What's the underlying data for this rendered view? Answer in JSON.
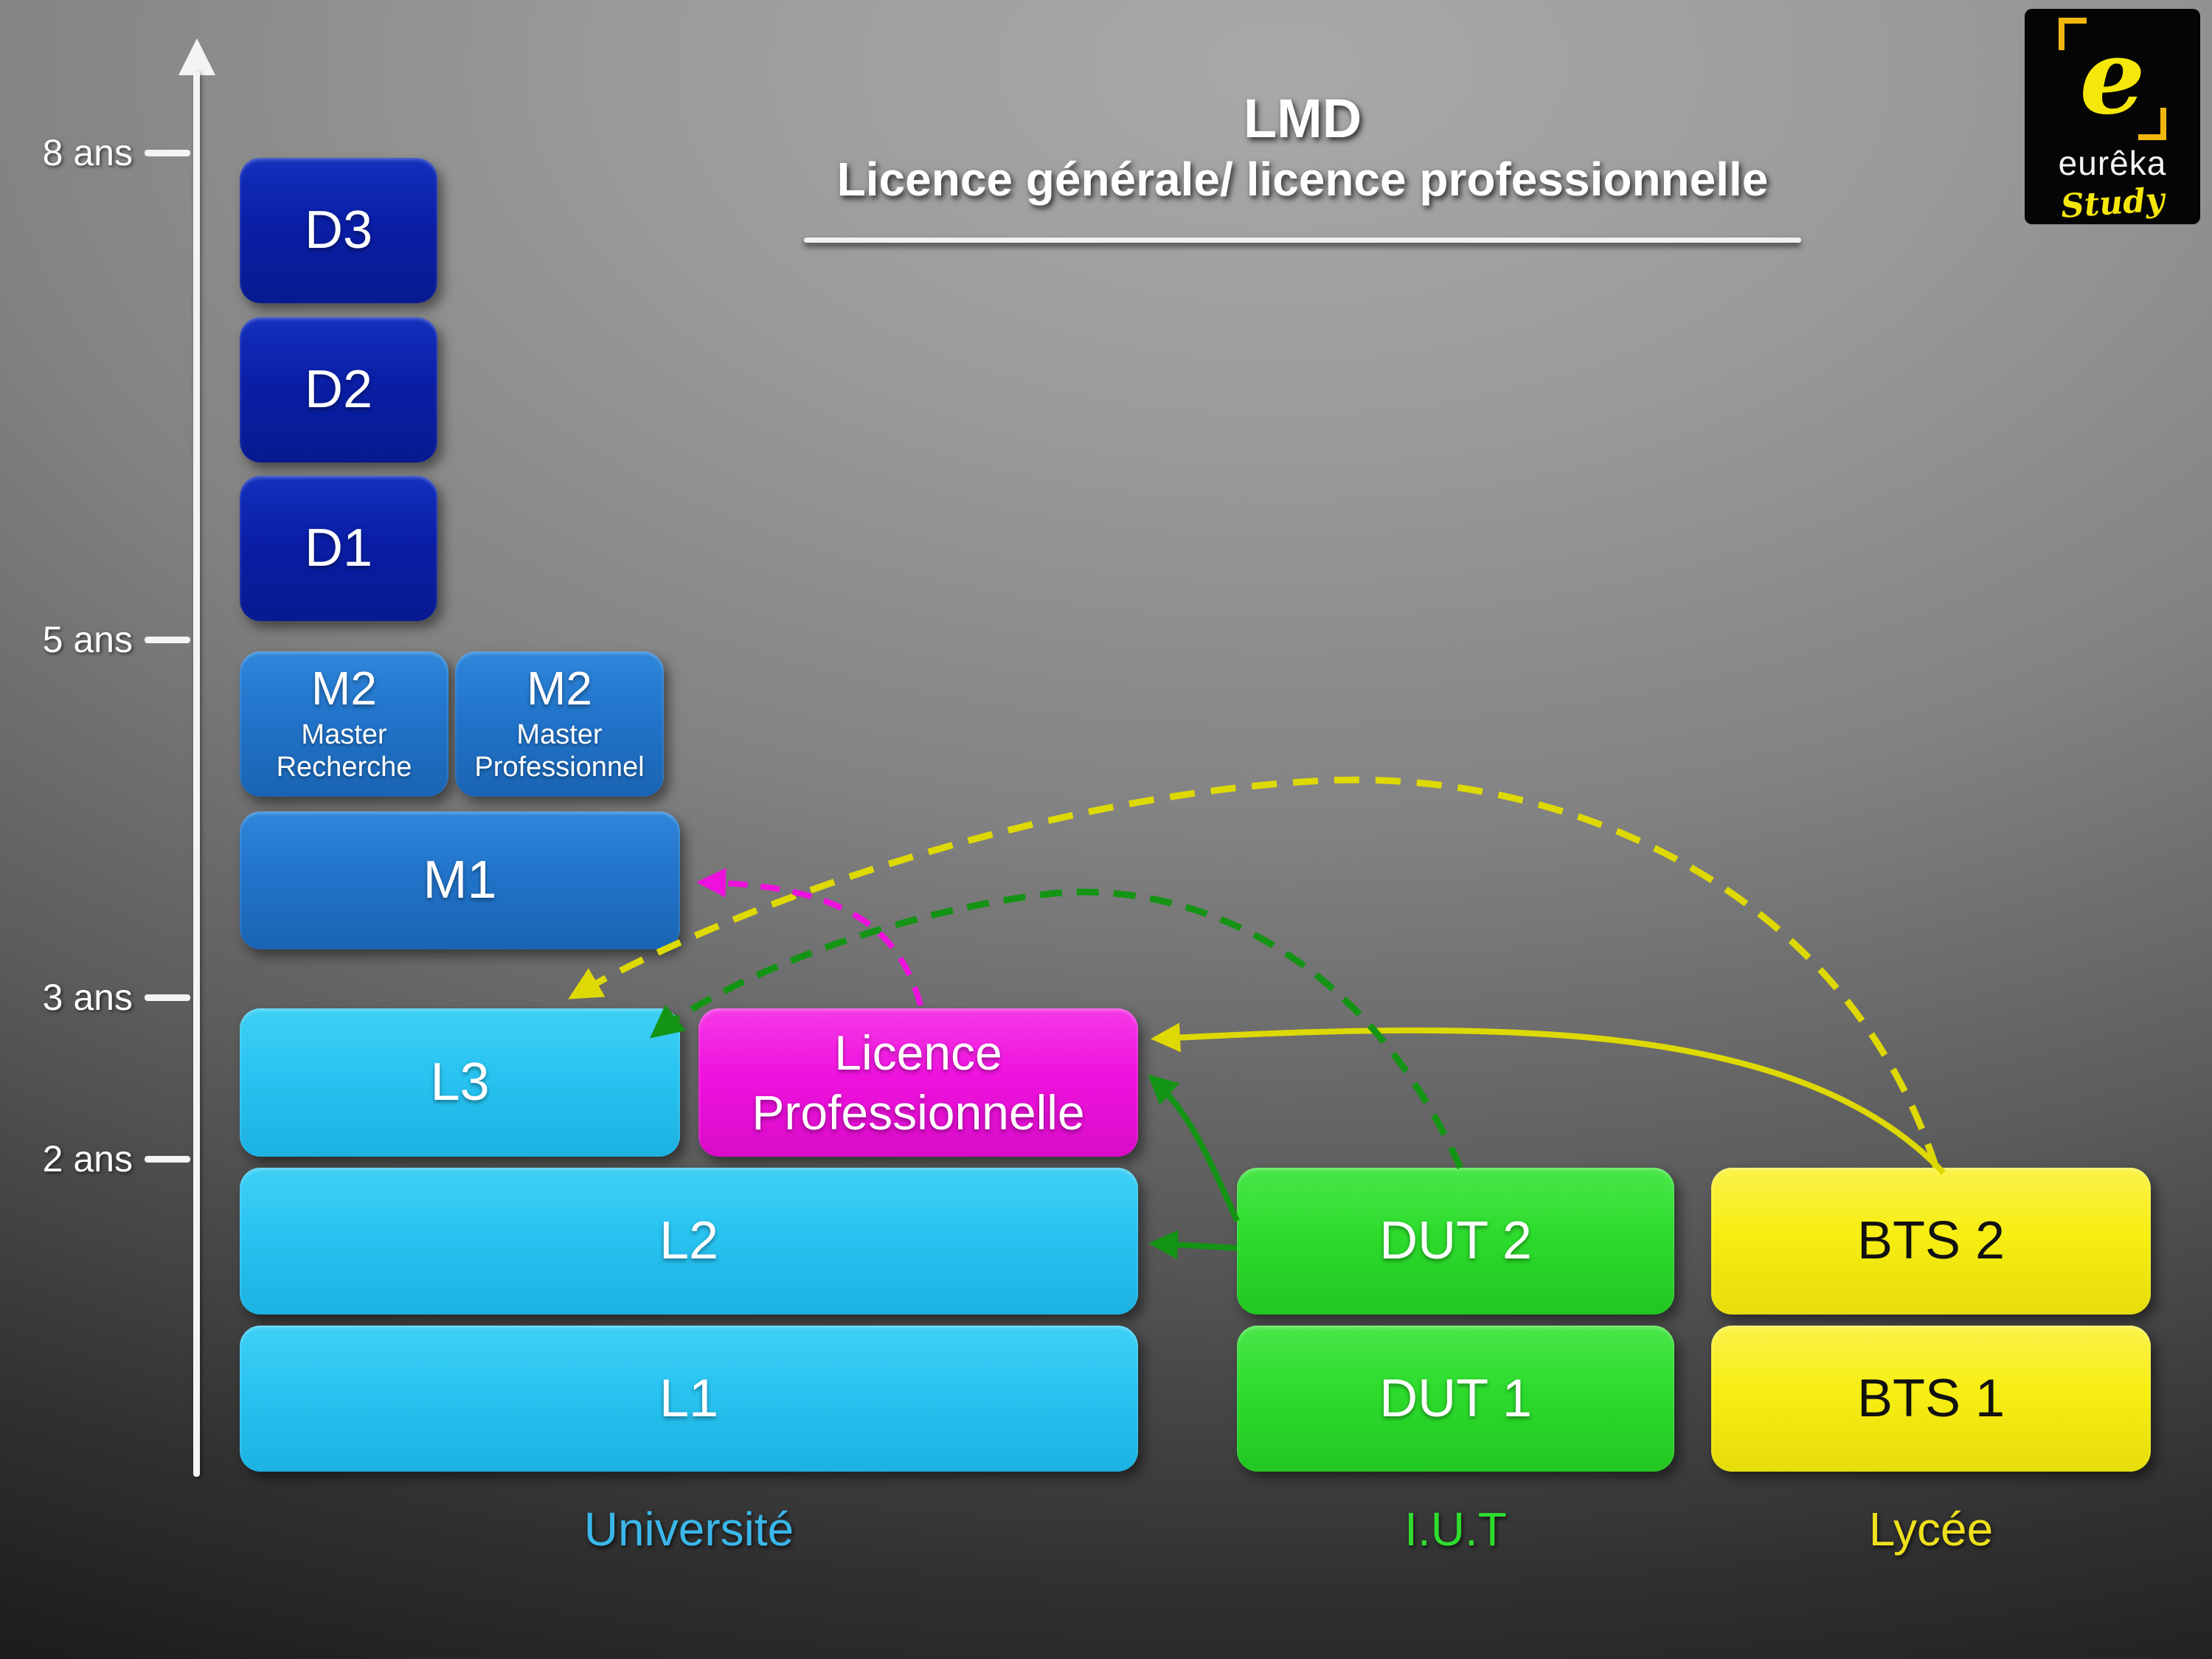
{
  "title": {
    "line1": "LMD",
    "line2": "Licence générale/ licence professionnelle"
  },
  "logo": {
    "letter": "e",
    "name": "eurêka",
    "script": "Study"
  },
  "axis": {
    "ticks": [
      {
        "label": "8 ans"
      },
      {
        "label": "5 ans"
      },
      {
        "label": "3 ans"
      },
      {
        "label": "2 ans"
      }
    ]
  },
  "boxes": {
    "d3": "D3",
    "d2": "D2",
    "d1": "D1",
    "m2r": {
      "title": "M2",
      "sub": "Master Recherche"
    },
    "m2p": {
      "title": "M2",
      "sub": "Master Professionnel"
    },
    "m1": "M1",
    "l3": "L3",
    "lp": "Licence Professionnelle",
    "l2": "L2",
    "l1": "L1",
    "dut2": "DUT 2",
    "dut1": "DUT 1",
    "bts2": "BTS 2",
    "bts1": "BTS 1"
  },
  "columns": {
    "universite": "Université",
    "iut": "I.U.T",
    "lycee": "Lycée"
  },
  "colors": {
    "doctorat_blue": "#0a1ea6",
    "master_blue": "#2174ca",
    "licence_cyan": "#28c3f0",
    "licence_pro_magenta": "#ef12de",
    "dut_green": "#2cdc2c",
    "bts_yellow": "#f7ee12",
    "arrow_yellow": "#ded903",
    "arrow_green": "#149414",
    "arrow_magenta": "#ee11dd"
  }
}
